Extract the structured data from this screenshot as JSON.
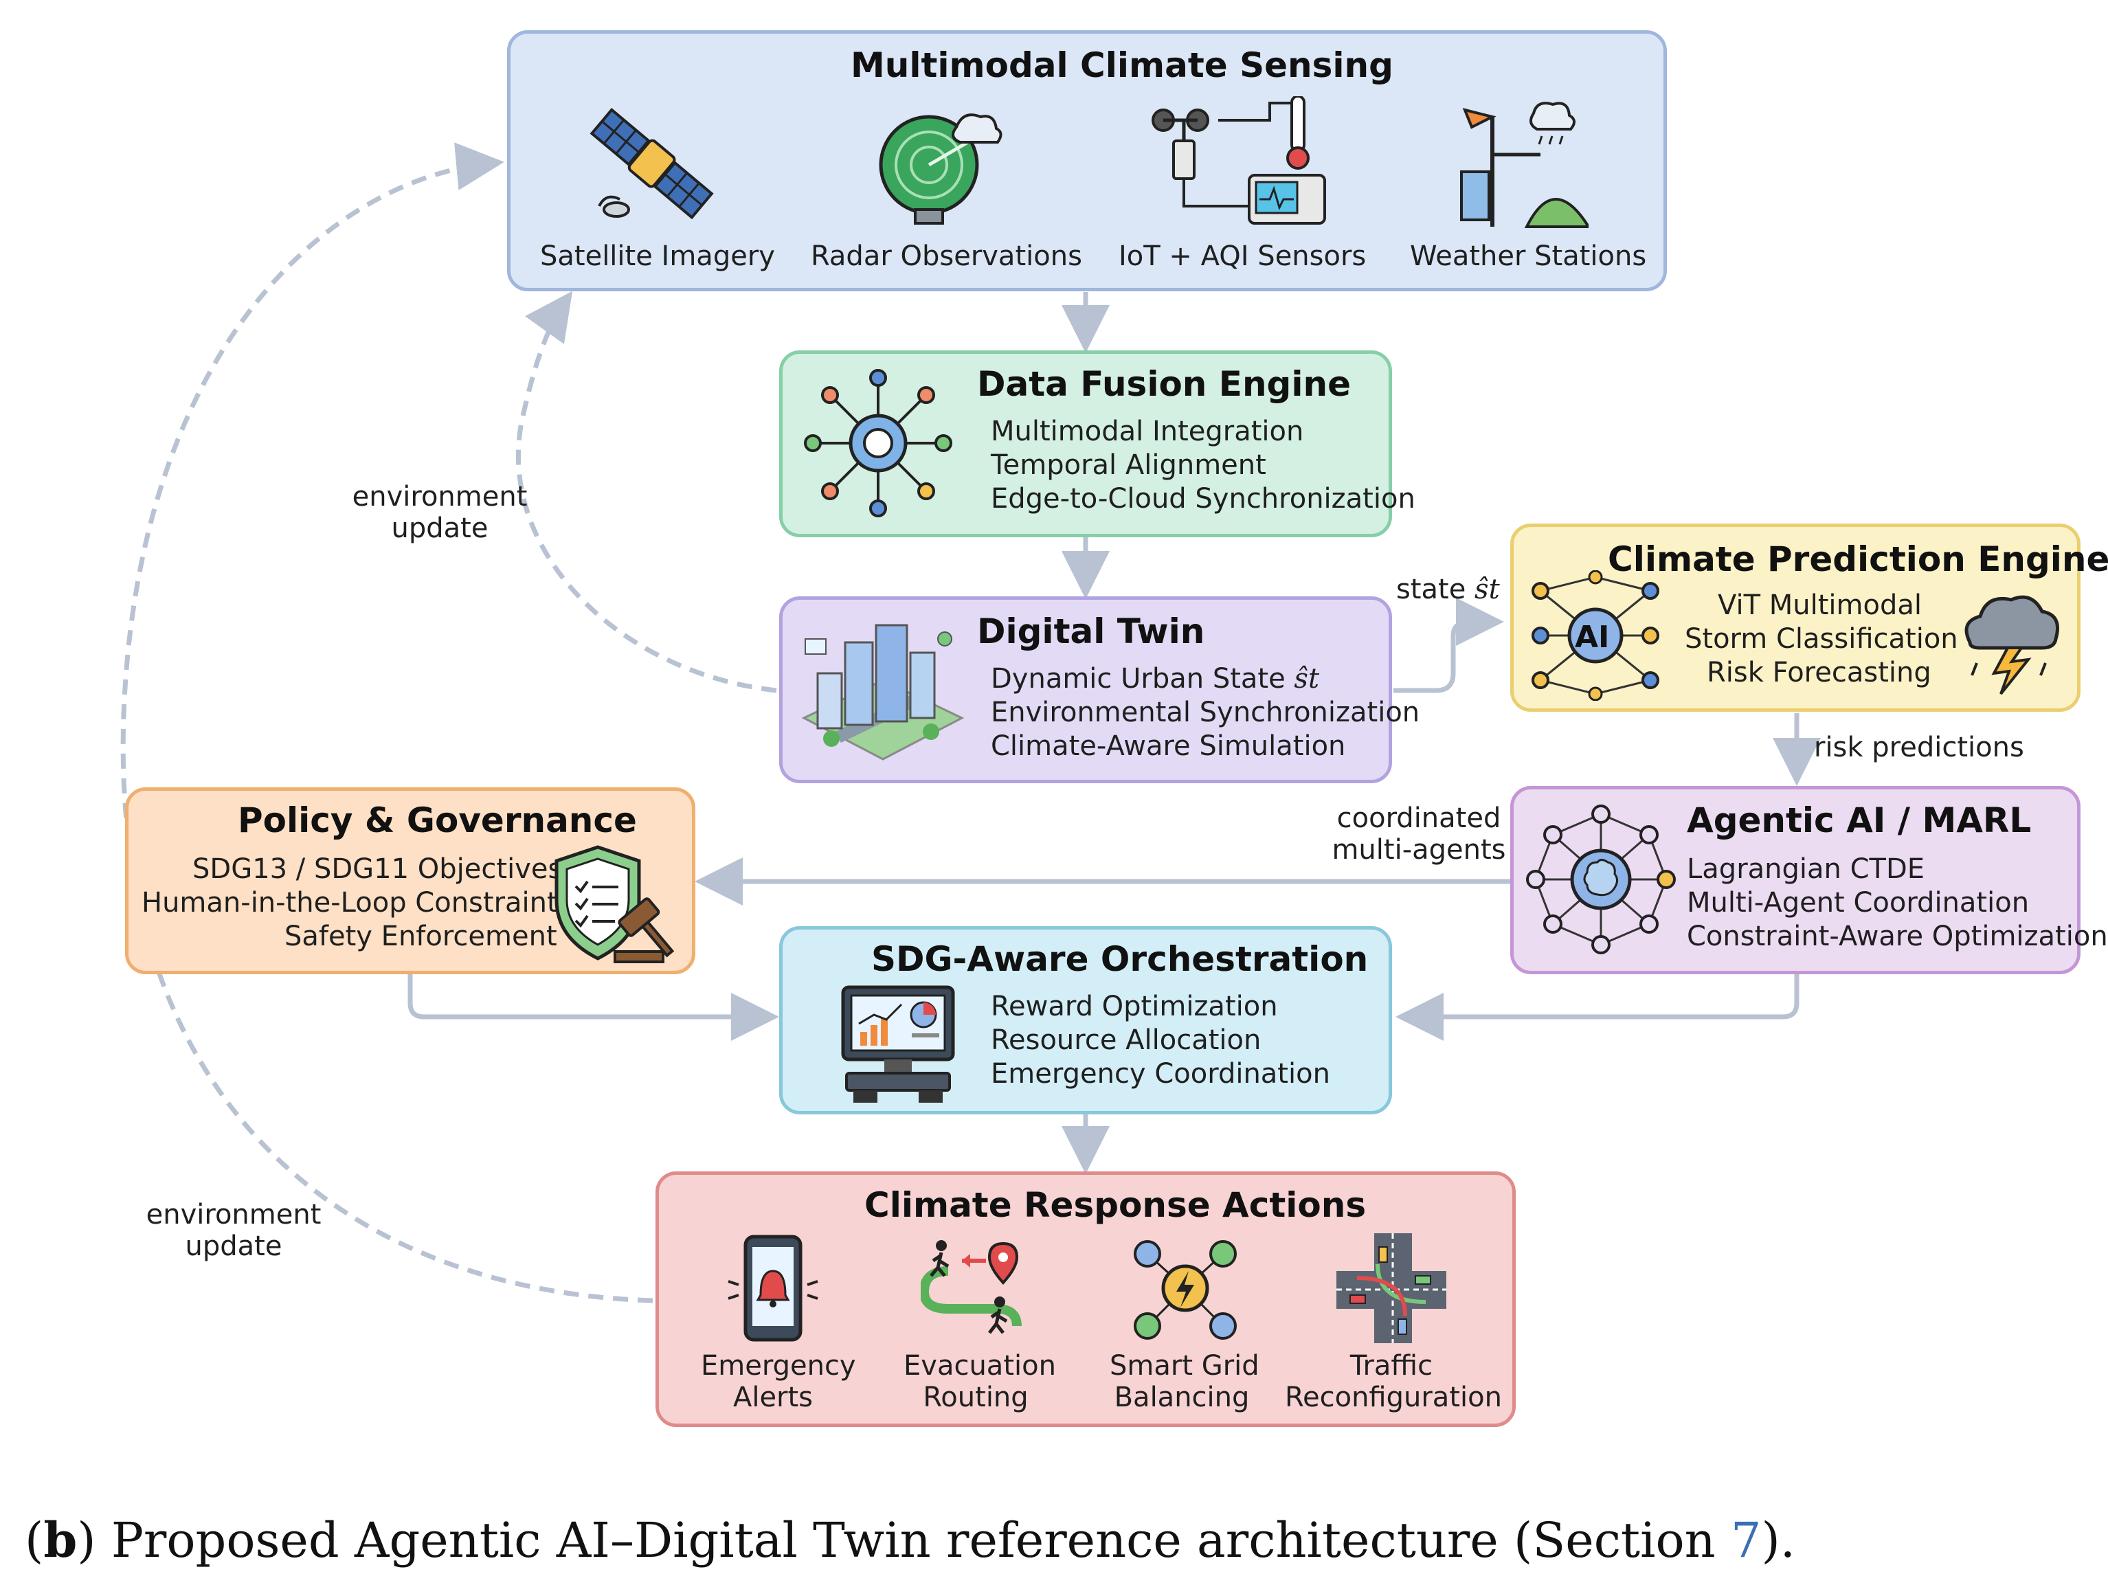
{
  "sensing": {
    "title": "Multimodal Climate Sensing",
    "items": [
      "Satellite Imagery",
      "Radar Observations",
      "IoT + AQI Sensors",
      "Weather Stations"
    ]
  },
  "fusion": {
    "title": "Data Fusion Engine",
    "lines": [
      "Multimodal Integration",
      "Temporal Alignment",
      "Edge-to-Cloud Synchronization"
    ]
  },
  "twin": {
    "title": "Digital Twin",
    "line1": "Dynamic Urban State",
    "line1_symbol": "ŝt",
    "lines": [
      "Environmental Synchronization",
      "Climate-Aware Simulation"
    ]
  },
  "prediction": {
    "title": "Climate Prediction Engine",
    "ai_label": "AI",
    "lines": [
      "ViT Multimodal",
      "Storm Classification",
      "Risk Forecasting"
    ]
  },
  "agentic": {
    "title": "Agentic AI / MARL",
    "lines": [
      "Lagrangian CTDE",
      "Multi-Agent Coordination",
      "Constraint-Aware Optimization"
    ]
  },
  "policy": {
    "title": "Policy & Governance",
    "lines": [
      "SDG13 / SDG11 Objectives",
      "Human-in-the-Loop Constraints",
      "Safety Enforcement"
    ]
  },
  "orchestration": {
    "title": "SDG-Aware Orchestration",
    "lines": [
      "Reward Optimization",
      "Resource Allocation",
      "Emergency Coordination"
    ]
  },
  "response": {
    "title": "Climate Response Actions",
    "items": [
      [
        "Emergency",
        "Alerts"
      ],
      [
        "Evacuation",
        "Routing"
      ],
      [
        "Smart Grid",
        "Balancing"
      ],
      [
        "Traffic",
        "Reconfiguration"
      ]
    ]
  },
  "edges": {
    "env_update_1": [
      "environment",
      "update"
    ],
    "env_update_2": [
      "environment",
      "update"
    ],
    "state_label": "state",
    "state_symbol": "ŝt",
    "risk_predictions": "risk predictions",
    "coordinated": [
      "coordinated",
      "multi-agents"
    ]
  },
  "caption": {
    "bold": "b",
    "text_before": "Proposed Agentic AI–Digital Twin reference architecture (Section ",
    "ref": "7",
    "text_after": ")."
  },
  "colors": {
    "sensing_fill": "#dbe6f6",
    "sensing_border": "#9fb6dd",
    "fusion_fill": "#d3f0e2",
    "fusion_border": "#86cfa8",
    "twin_fill": "#e3dbf5",
    "twin_border": "#b3a2e0",
    "prediction_fill": "#fcf2c7",
    "prediction_border": "#ebcf6f",
    "agentic_fill": "#ecdcf2",
    "agentic_border": "#c397d6",
    "policy_fill": "#fde0c5",
    "policy_border": "#f0ae6f",
    "orchestration_fill": "#d3eef6",
    "orchestration_border": "#88c7dc",
    "response_fill": "#f8d3d3",
    "response_border": "#df8b8b",
    "arrow": "#b8c2d2"
  }
}
